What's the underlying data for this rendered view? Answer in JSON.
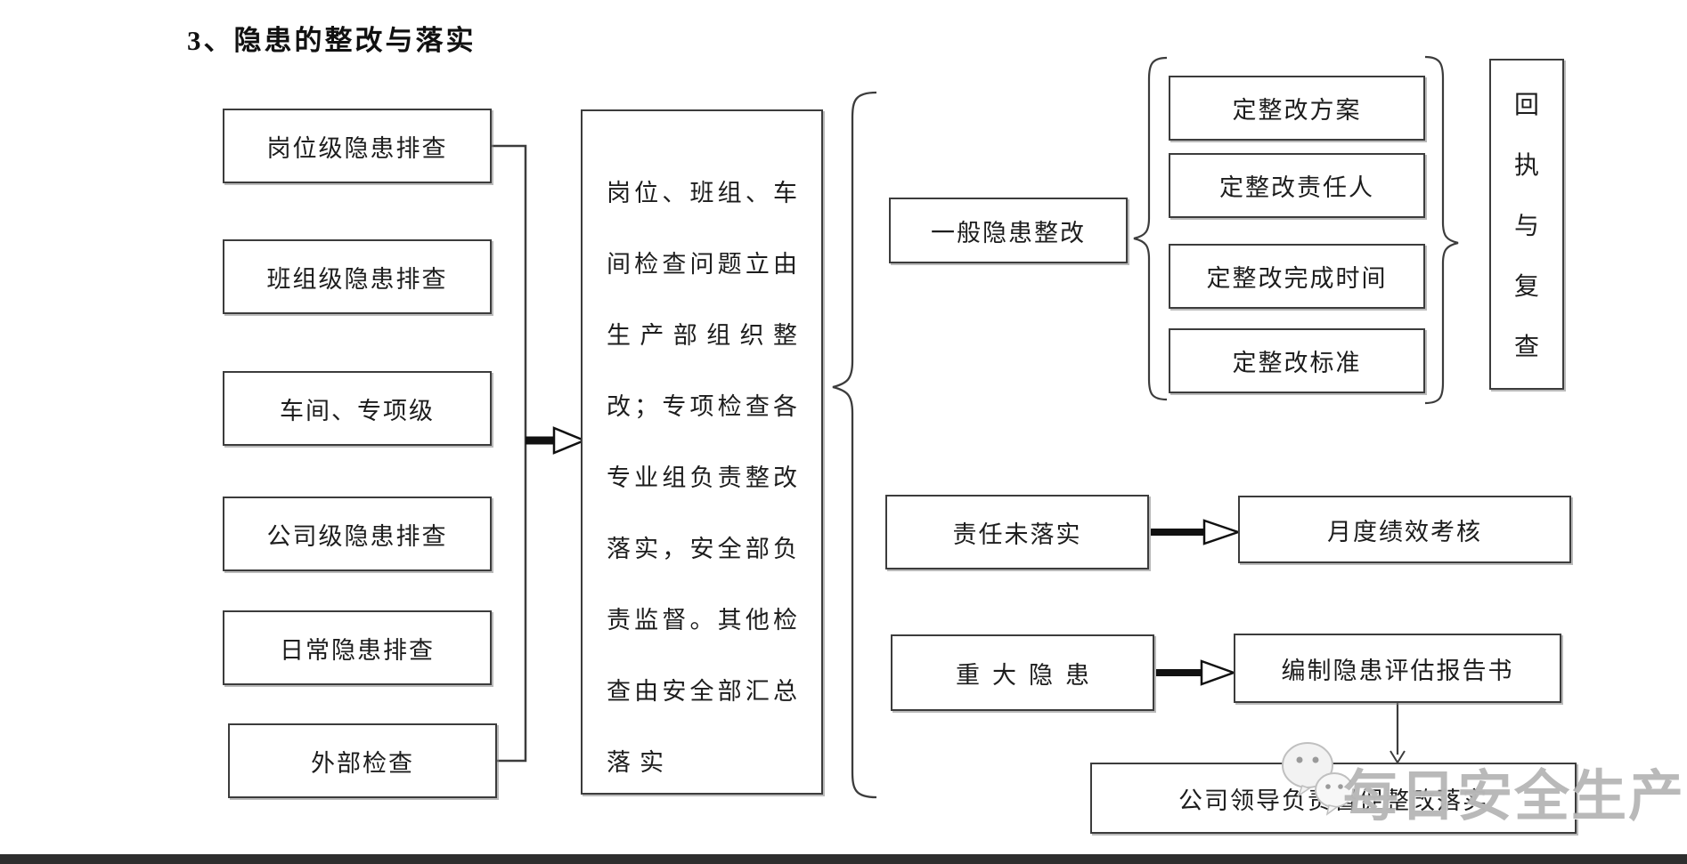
{
  "title": "3、隐患的整改与落实",
  "left_column": [
    "岗位级隐患排查",
    "班组级隐患排查",
    "车间、专项级",
    "公司级隐患排查",
    "日常隐患排查",
    "外部检查"
  ],
  "center_note": {
    "lines": [
      "岗位、班组、车",
      "间检查问题立由",
      "生产部组织整",
      "改；专项检查各",
      "专业组负责整改",
      "落实，安全部负",
      "责监督。其他检",
      "查由安全部汇总",
      "落实"
    ]
  },
  "general_rectification": {
    "label": "一般隐患整改",
    "measures": [
      "定整改方案",
      "定整改责任人",
      "定整改完成时间",
      "定整改标准"
    ]
  },
  "receipt_review": {
    "label": "回执与复查",
    "chars": [
      "回",
      "执",
      "与",
      "复",
      "查"
    ]
  },
  "unfulfilled_responsibility": {
    "label": "责任未落实",
    "consequence": "月度绩效考核"
  },
  "major_hazard": {
    "label": "重大隐患",
    "report": "编制隐患评估报告书",
    "leadership": "公司领导负责督促整改落实"
  },
  "watermark": {
    "text": "每日安全生产",
    "icon": "wechat-icon"
  },
  "colors": {
    "line": "#3c3c3c",
    "text": "#1d1d1d",
    "watermark": "#a8a8a8"
  }
}
